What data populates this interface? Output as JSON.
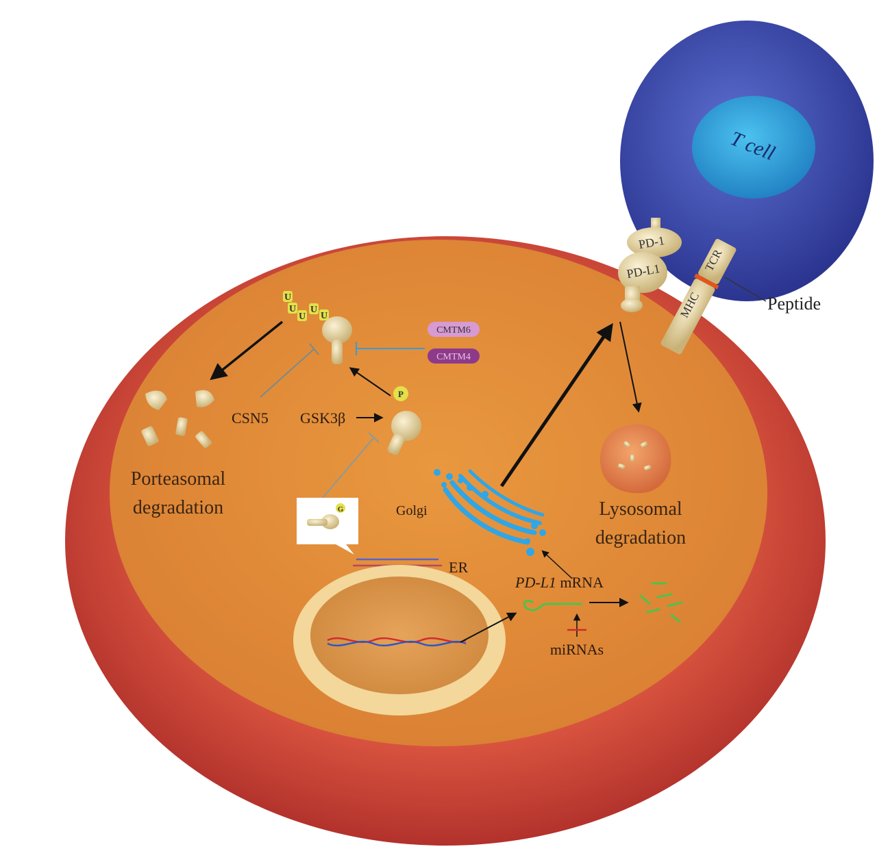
{
  "labels": {
    "t_cell": "T cell",
    "pd1": "PD-1",
    "pdl1": "PD-L1",
    "tcr": "TCR",
    "mhc": "MHC",
    "peptide": "Peptide",
    "cmtm6": "CMTM6",
    "cmtm4": "CMTM4",
    "csn5": "CSN5",
    "gsk3b": "GSK3β",
    "phospho": "P",
    "glyco": "G",
    "ubiquitin": "U",
    "proteasomal_line1": "Porteasomal",
    "proteasomal_line2": "degradation",
    "golgi": "Golgi",
    "lysosomal_line1": "Lysosomal",
    "lysosomal_line2": "degradation",
    "er": "ER",
    "mrna_gene": "PD-L1",
    "mrna_suffix": " mRNA",
    "mirnas": "miRNAs"
  },
  "colors": {
    "cell_outer": "#c8453a",
    "cell_inner": "#e08a3c",
    "t_cell_body": "#3a47a8",
    "t_cell_nucleus": "#2f9fd8",
    "protein": "#ead9a8",
    "golgi": "#2fa6e6",
    "cmtm6": "#d79ad3",
    "cmtm4": "#8e3a8a",
    "ubiquitin": "#e4e04a",
    "mrna": "#4ec24a",
    "inhibit_red": "#cc2a2a"
  }
}
